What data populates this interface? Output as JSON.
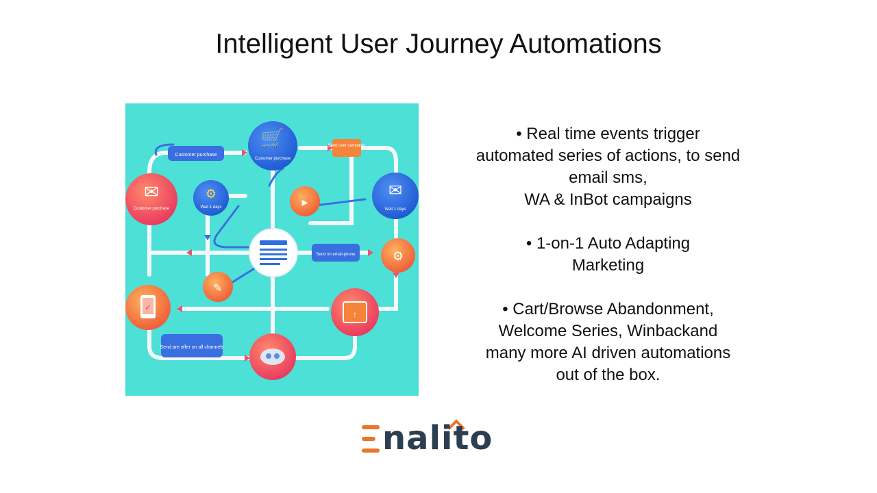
{
  "slide": {
    "title": "Intelligent User Journey Automations"
  },
  "illustration": {
    "background": "#4de0d6",
    "labels": {
      "customer_purchase_top": "Customer purchase",
      "cart_node": "Customer purchase",
      "send_campaign": "Send user campaign",
      "email_node": "Customer purchase",
      "wait_node": "Wait 1 days",
      "mail_node": "Wait 1 days",
      "send_on_node": "Send on email-phone",
      "offer_node": "Send are offer on all channels"
    },
    "colors": {
      "blue": "#2f6fe0",
      "orange": "#f5843a",
      "pink": "#ee4f6a",
      "white": "#ffffff"
    }
  },
  "bullets": [
    {
      "lines": [
        "• Real time events trigger",
        "automated series of actions, to send",
        "email sms,",
        "WA & InBot campaigns"
      ]
    },
    {
      "lines": [
        "• 1-on-1 Auto Adapting",
        "Marketing"
      ]
    },
    {
      "lines": [
        "• Cart/Browse Abandonment,",
        "Welcome Series, Winbackand",
        "many more AI driven automations",
        "out of the box."
      ]
    }
  ],
  "logo": {
    "text": "nalito",
    "colors": {
      "accent": "#e8762c",
      "text": "#2c3e50"
    }
  }
}
